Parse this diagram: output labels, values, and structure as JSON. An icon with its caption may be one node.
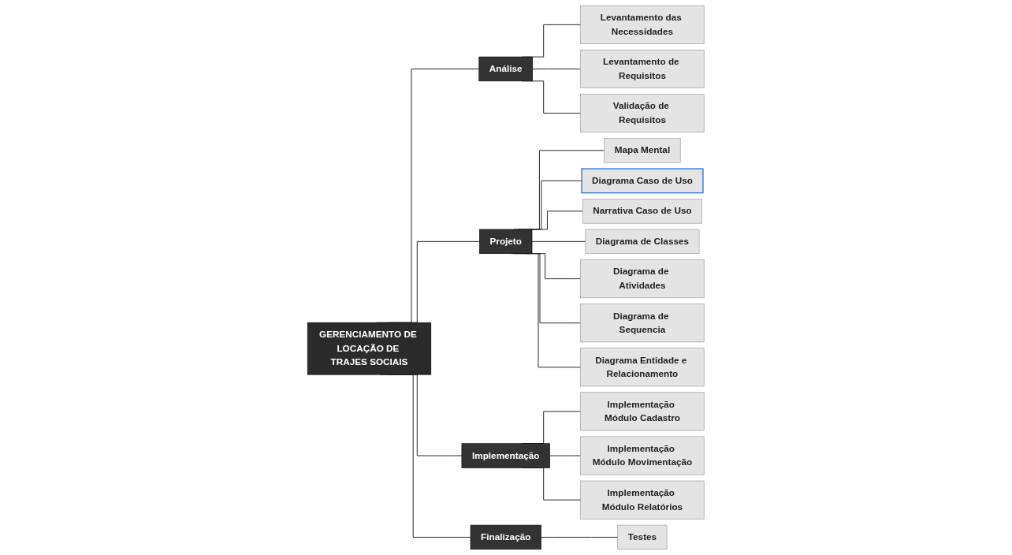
{
  "diagram": {
    "nodes": [
      {
        "text": [
          "GERENCIAMENTO DE LOCAÇÃO DE TRAJES SOCIAIS"
        ]
      },
      {
        "text": [
          "Análise"
        ]
      },
      {
        "text": [
          "Projeto"
        ]
      },
      {
        "text": [
          "Implementação"
        ]
      },
      {
        "text": [
          "Finalização"
        ]
      },
      {
        "text": [
          "Levantamento das Necessidades"
        ]
      },
      {
        "text": [
          "Levantamento de Requisitos"
        ]
      },
      {
        "text": [
          "Validação de Requisitos"
        ]
      },
      {
        "text": [
          "Mapa Mental"
        ]
      },
      {
        "text": [
          "Diagrama Caso de Uso"
        ]
      },
      {
        "text": [
          "Narrativa Caso de Uso"
        ]
      },
      {
        "text": [
          "Diagrama de Classes"
        ]
      },
      {
        "text": [
          "Diagrama de Atividades"
        ]
      },
      {
        "text": [
          "Diagrama de Sequencia"
        ]
      },
      {
        "text": [
          "Diagrama Entidade e Relacionamento"
        ]
      },
      {
        "text": [
          "Implementação Módulo Cadastro"
        ]
      },
      {
        "text": [
          "Implementação Módulo Movimentação"
        ]
      },
      {
        "text": [
          "Implementação Módulo Relatórios"
        ]
      },
      {
        "text": [
          "Testes"
        ]
      }
    ],
    "edges": [
      {
        "from": 0,
        "to": 1,
        "arrow": "none"
      },
      {
        "from": 0,
        "to": 2,
        "arrow": "none"
      },
      {
        "from": 0,
        "to": 3,
        "arrow": "none"
      },
      {
        "from": 0,
        "to": 4,
        "arrow": "none"
      },
      {
        "from": 1,
        "to": 5,
        "arrow": "none"
      },
      {
        "from": 1,
        "to": 6,
        "arrow": "none"
      },
      {
        "from": 1,
        "to": 7,
        "arrow": "none"
      },
      {
        "from": 2,
        "to": 8,
        "arrow": "none"
      },
      {
        "from": 2,
        "to": 9,
        "arrow": "none"
      },
      {
        "from": 2,
        "to": 10,
        "arrow": "none"
      },
      {
        "from": 2,
        "to": 11,
        "arrow": "none"
      },
      {
        "from": 2,
        "to": 12,
        "arrow": "none"
      },
      {
        "from": 2,
        "to": 13,
        "arrow": "none"
      },
      {
        "from": 2,
        "to": 14,
        "arrow": "none"
      },
      {
        "from": 3,
        "to": 15,
        "arrow": "none"
      },
      {
        "from": 3,
        "to": 16,
        "arrow": "none"
      },
      {
        "from": 3,
        "to": 17,
        "arrow": "none"
      },
      {
        "from": 4,
        "to": 18,
        "arrow": "none"
      }
    ]
  }
}
